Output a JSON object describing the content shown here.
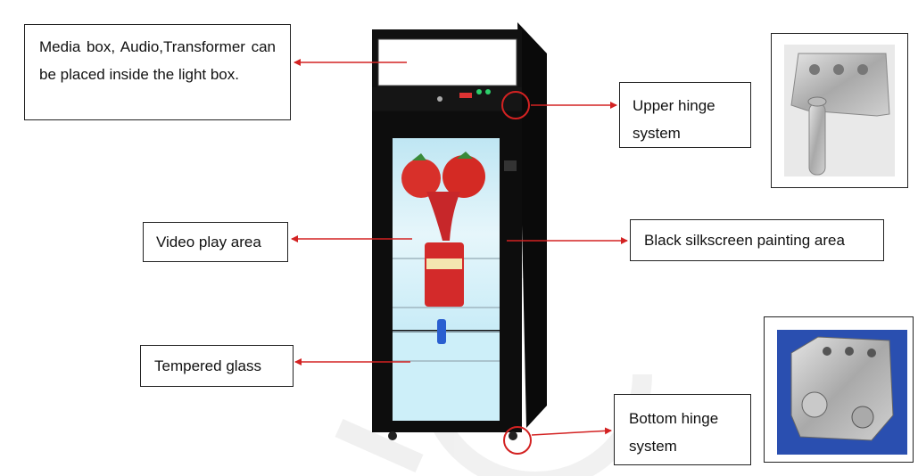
{
  "callouts": {
    "media_box": "Media box, Audio,Transformer can be placed inside the light box.",
    "upper_hinge": "Upper hinge system",
    "video_area": "Video play area",
    "black_silkscreen": "Black silkscreen painting area",
    "tempered_glass": "Tempered glass",
    "bottom_hinge": "Bottom hinge system"
  },
  "colors": {
    "arrow": "#d32222",
    "cabinet": "#111111",
    "screen": "#d4eef7",
    "frame_border": "#222222"
  }
}
